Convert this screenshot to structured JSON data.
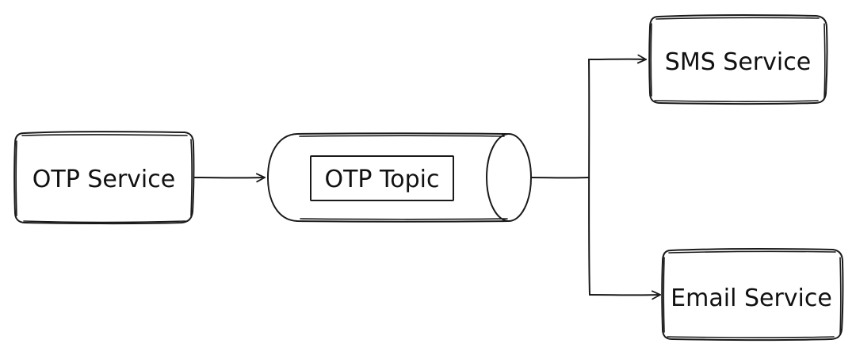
{
  "diagram": {
    "nodes": {
      "otp_service": {
        "label": "OTP Service"
      },
      "otp_topic": {
        "label": "OTP Topic"
      },
      "sms_service": {
        "label": "SMS Service"
      },
      "email_service": {
        "label": "Email Service"
      }
    },
    "stroke_color": "#1a1a1a",
    "background_color": "#ffffff"
  }
}
